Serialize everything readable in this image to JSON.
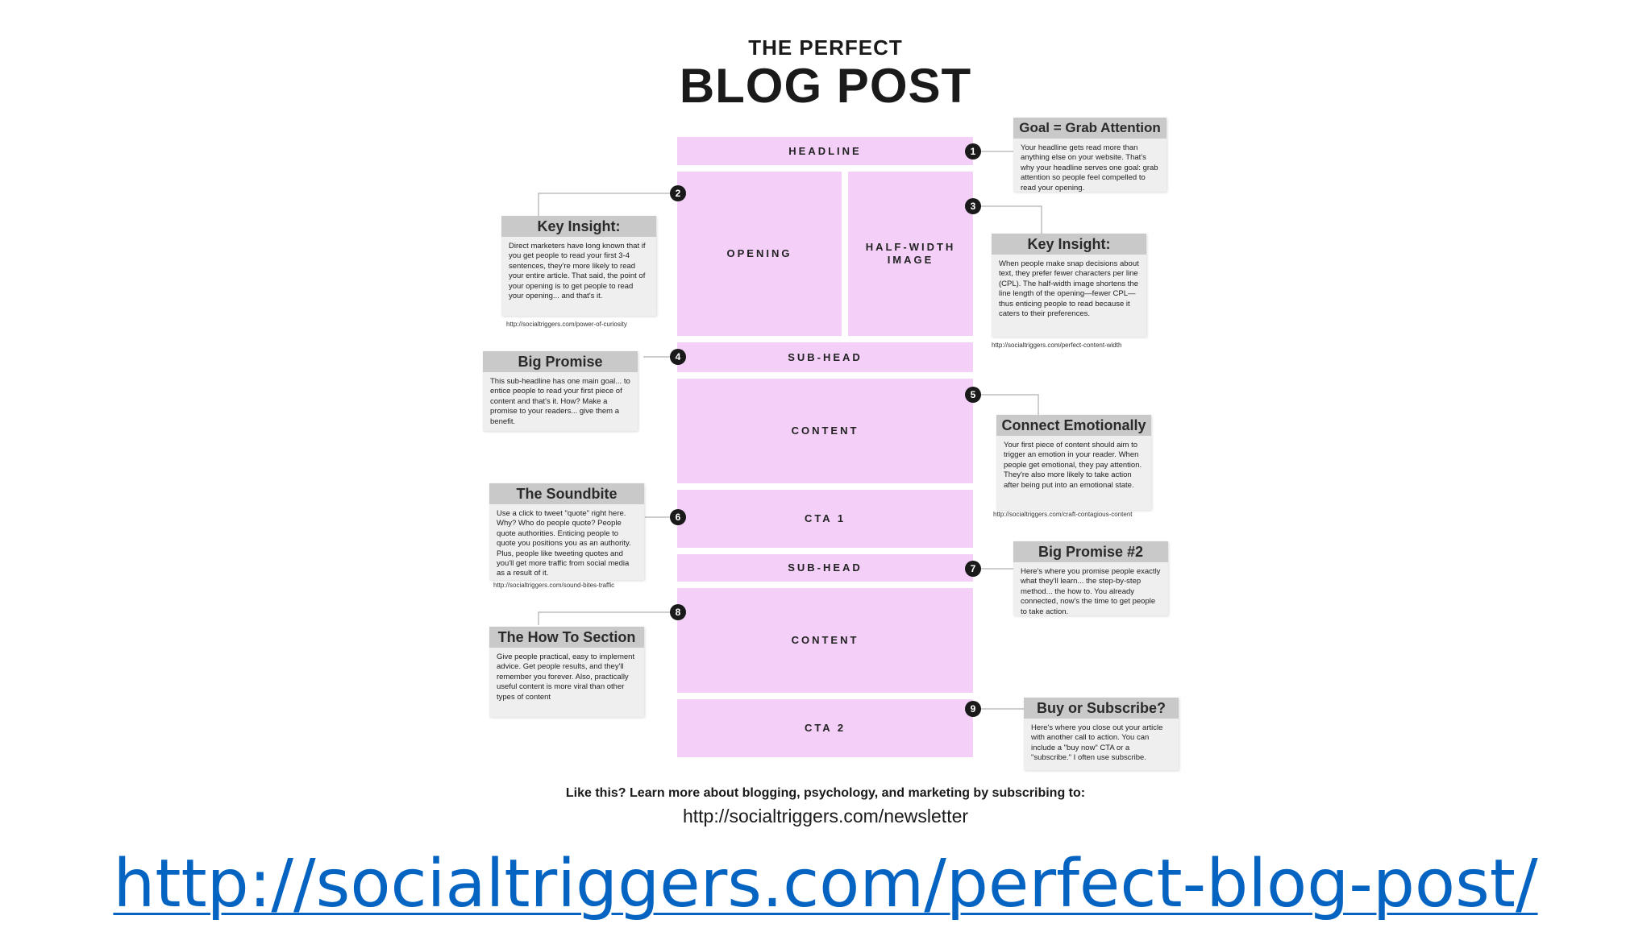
{
  "title": {
    "small": "THE PERFECT",
    "big": "BLOG POST"
  },
  "blocks": {
    "headline": "HEADLINE",
    "opening": "OPENING",
    "half_width_image": "HALF-WIDTH\nIMAGE",
    "subhead1": "SUB-HEAD",
    "content1": "CONTENT",
    "cta1": "CTA 1",
    "subhead2": "SUB-HEAD",
    "content2": "CONTENT",
    "cta2": "CTA 2"
  },
  "markers": [
    "1",
    "2",
    "3",
    "4",
    "5",
    "6",
    "7",
    "8",
    "9"
  ],
  "callouts": {
    "c1": {
      "title": "Goal = Grab Attention",
      "body": "Your headline gets read more than anything else on your website. That's why your headline serves one goal: grab attention so people feel compelled to read your opening.",
      "source": ""
    },
    "c2": {
      "title": "Key Insight:",
      "body": "Direct marketers have long known that if you get people to read your first 3-4 sentences, they're more likely to read your entire article. That said, the point of your opening is to get people to read your opening... and that's it.",
      "source": "http://socialtriggers.com/power-of-curiosity"
    },
    "c3": {
      "title": "Key Insight:",
      "body": "When people make snap decisions about text, they prefer fewer characters per line (CPL). The half-width image shortens the line length of the opening—fewer CPL—thus enticing people to read because it caters to their preferences.",
      "source": "http://socialtriggers.com/perfect-content-width"
    },
    "c4": {
      "title": "Big Promise",
      "body": "This sub-headline has one main goal... to entice people to read your first piece of content and that's it. How? Make a promise to your readers... give them a benefit.",
      "source": ""
    },
    "c5": {
      "title": "Connect Emotionally",
      "body": "Your first piece of content should aim to trigger an emotion in your reader. When people get emotional, they pay attention. They're also more likely to take action after being put into an emotional state.",
      "source": "http://socialtriggers.com/craft-contagious-content"
    },
    "c6": {
      "title": "The Soundbite",
      "body": "Use a click to tweet \"quote\" right here. Why? Who do people quote? People quote authorities. Enticing people to quote you positions you as an authority. Plus, people like tweeting quotes and you'll get more traffic from social media as a result of it.",
      "source": "http://socialtriggers.com/sound-bites-traffic"
    },
    "c7": {
      "title": "Big Promise #2",
      "body": "Here's where you promise people exactly what they'll learn... the step-by-step method... the how to. You already connected, now's the time to get people to take action.",
      "source": ""
    },
    "c8": {
      "title": "The How To Section",
      "body": "Give people practical, easy to implement advice. Get people results, and they'll remember you forever. Also, practically useful content is more viral than other types of content",
      "source": ""
    },
    "c9": {
      "title": "Buy or Subscribe?",
      "body": "Here's where you close out your article with another call to action. You can include a \"buy now\" CTA or a \"subscribe.\" I often use subscribe.",
      "source": ""
    }
  },
  "footer": {
    "line1": "Like this? Learn more about blogging, psychology, and marketing by subscribing to:",
    "line2": "http://socialtriggers.com/newsletter"
  },
  "link": "http://socialtriggers.com/perfect-blog-post/",
  "colors": {
    "block": "#f4d0f8",
    "link": "#0563c1",
    "callout_head": "#c9c9c9",
    "callout_body": "#efefef"
  }
}
